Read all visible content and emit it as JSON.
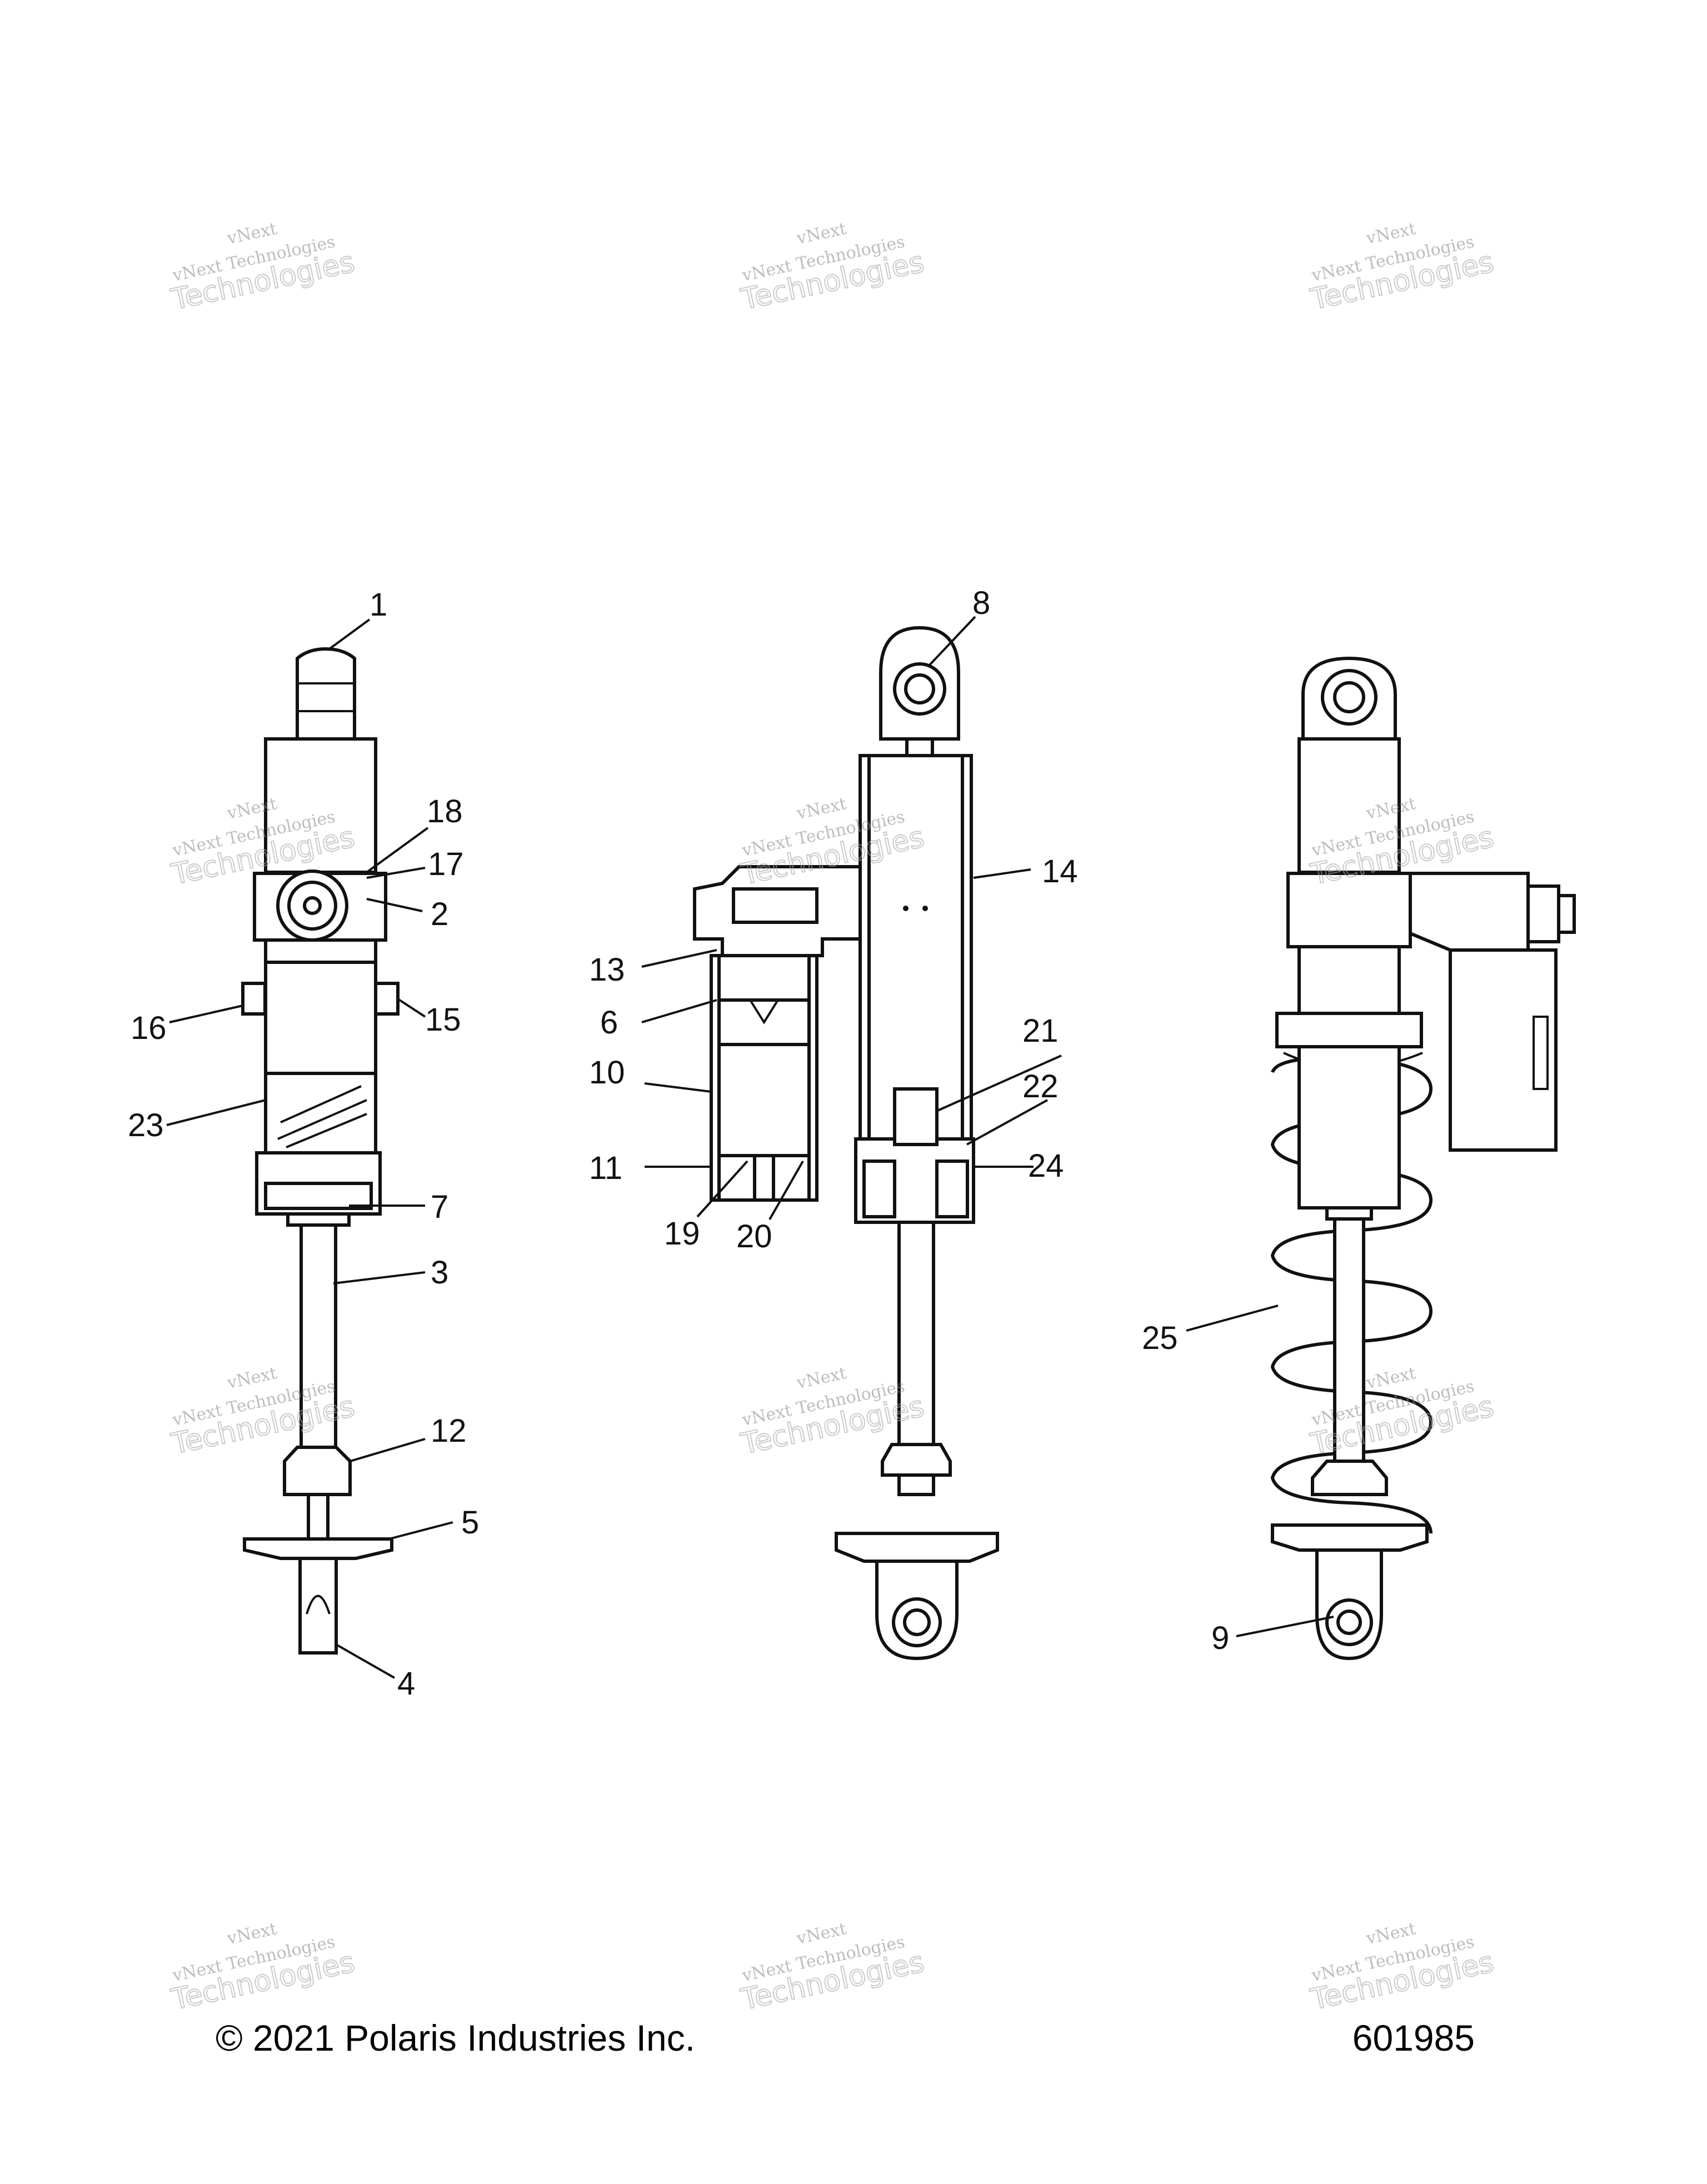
{
  "callouts": [
    "1",
    "2",
    "3",
    "4",
    "5",
    "6",
    "7",
    "8",
    "9",
    "10",
    "11",
    "12",
    "13",
    "14",
    "15",
    "16",
    "17",
    "18",
    "19",
    "20",
    "21",
    "22",
    "23",
    "24",
    "25"
  ],
  "watermark": {
    "line1": "vNext",
    "line2": "vNext Technologies",
    "line3": "Technologies"
  },
  "footer": {
    "copyright": "© 2021 Polaris Industries Inc.",
    "figure_id": "601985"
  }
}
